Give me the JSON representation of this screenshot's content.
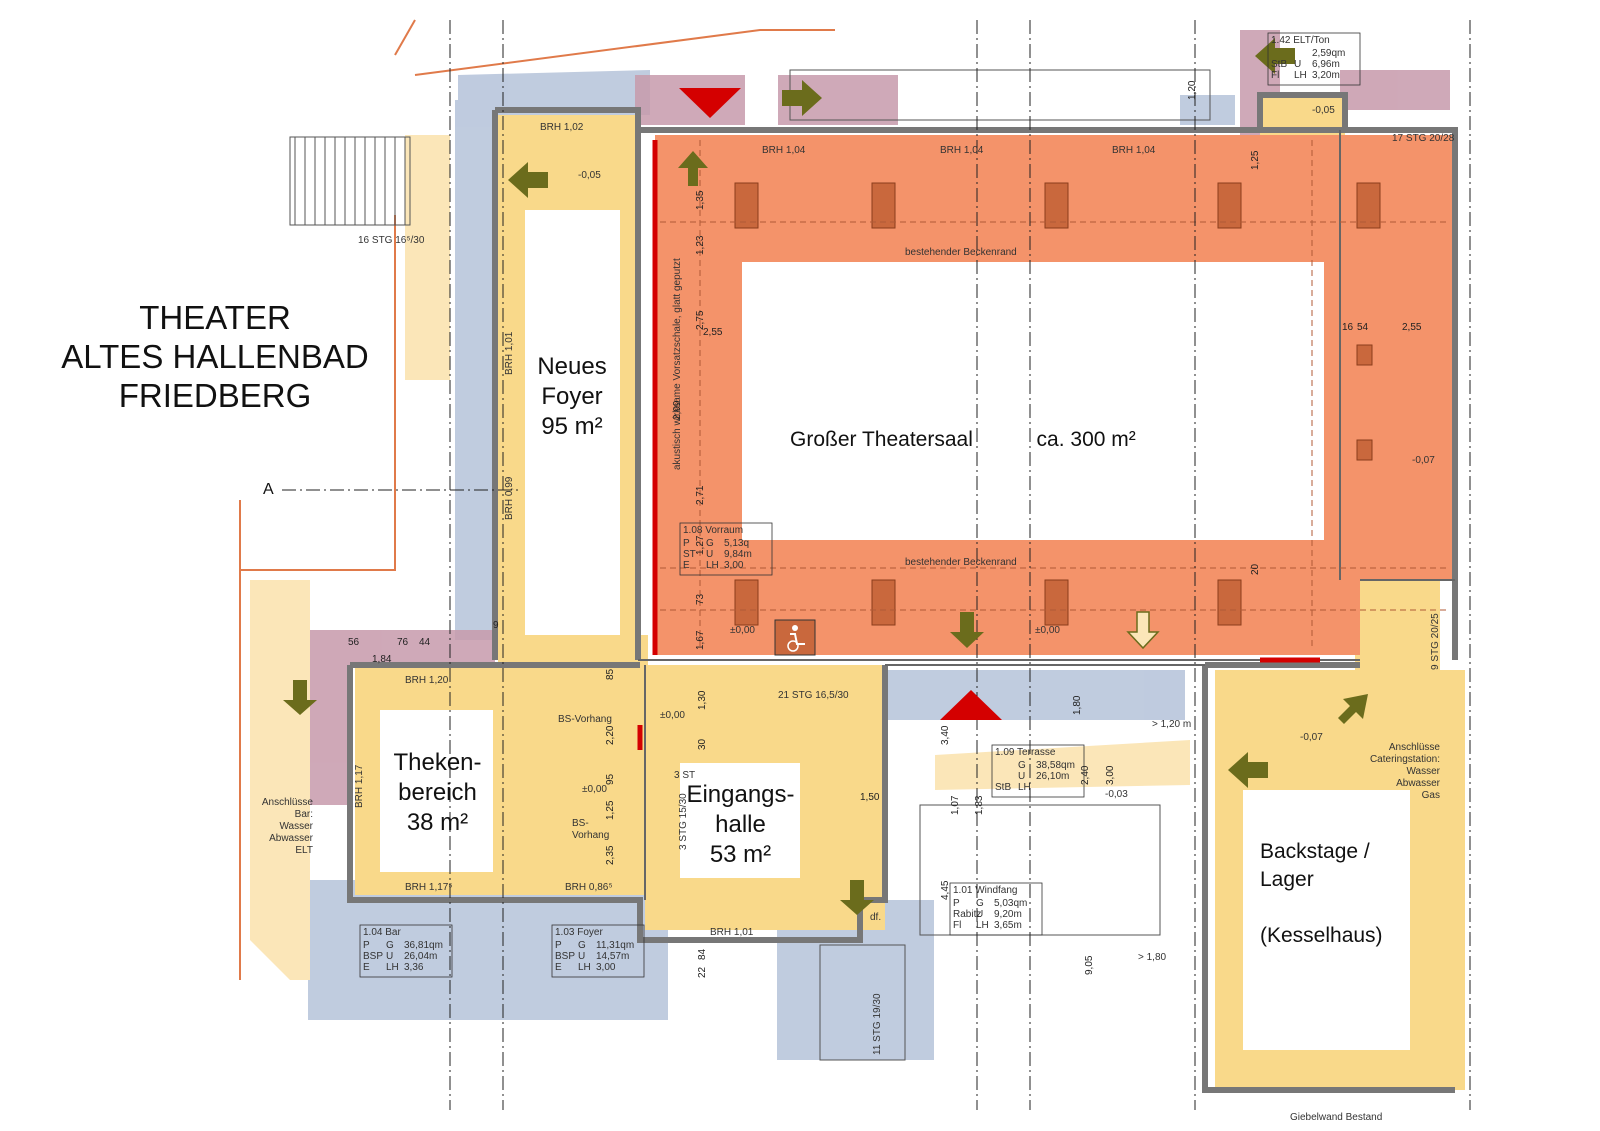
{
  "title": {
    "line1": "THEATER",
    "line2": "ALTES HALLENBAD",
    "line3": "FRIEDBERG"
  },
  "rooms": {
    "neues_foyer": {
      "line1": "Neues",
      "line2": "Foyer",
      "line3": "95 m²"
    },
    "theatersaal": {
      "name": "Großer Theatersaal",
      "area": "ca. 300 m²"
    },
    "thekenbereich": {
      "line1": "Theken-",
      "line2": "bereich",
      "line3": "38 m²"
    },
    "eingangshalle": {
      "line1": "Eingangs-",
      "line2": "halle",
      "line3": "53 m²"
    },
    "backstage": {
      "line1": "Backstage /",
      "line2": "Lager",
      "line3": "(Kesselhaus)"
    }
  },
  "annotations": {
    "beckenrand_top": "bestehender Beckenrand",
    "beckenrand_bottom": "bestehender Beckenrand",
    "akustik": "akustisch wirksame Vorsatzschale, glatt geputzt",
    "bs_vorhang_1": "BS-Vorhang",
    "bs_vorhang_2a": "BS-",
    "bs_vorhang_2b": "Vorhang",
    "stair_left": "16 STG 16⁵/30",
    "stair_top_right": "17 STG 20/28",
    "stair_entrance": "21 STG 16,5/30",
    "stair_bottom": "11 STG 19/30",
    "stair_side": "3 STG 15/30",
    "stair_3": "3 ST",
    "stair_right_bottom": "9 STG 20/25",
    "giebelwand": "Giebelwand Bestand",
    "section_mark": "A",
    "anschluesse_bar": [
      "Anschlüsse",
      "Bar:",
      "Wasser",
      "Abwasser",
      "ELT"
    ],
    "anschluesse_catering": [
      "Anschlüsse",
      "Cateringstation:",
      "Wasser",
      "Abwasser",
      "Gas"
    ],
    "width_1_20": "> 1,20 m",
    "width_1_80": "> 1,80",
    "wc_mark": "df."
  },
  "brh_labels": [
    "BRH 1,02",
    "BRH 1,04",
    "BRH 1,04",
    "BRH 1,04",
    "BRH 1,20",
    "BRH 1,17",
    "BRH 1,17⁵",
    "BRH 0,86⁵",
    "BRH 1,01",
    "BRH 1,01",
    "BRH 0,99"
  ],
  "levels": [
    "-0,05",
    "-0,05",
    "-0,07",
    "-0,07",
    "±0,00",
    "±0,00",
    "±0,00",
    "±0,00",
    "-0,03"
  ],
  "room_tables": [
    {
      "id": "1.04 Bar",
      "rows": [
        [
          "P",
          "G",
          "36,81qm"
        ],
        [
          "BSP",
          "U",
          "26,04m"
        ],
        [
          "E",
          "LH",
          "3,36"
        ]
      ]
    },
    {
      "id": "1.03 Foyer",
      "rows": [
        [
          "P",
          "G",
          "11,31qm"
        ],
        [
          "BSP",
          "U",
          "14,57m"
        ],
        [
          "E",
          "LH",
          "3,00"
        ]
      ]
    },
    {
      "id": "1.08 Vorraum",
      "rows": [
        [
          "P",
          "G",
          "5,13q"
        ],
        [
          "ST",
          "U",
          "9,84m"
        ],
        [
          "E",
          "LH",
          "3,00"
        ]
      ]
    },
    {
      "id": "1.09 Terrasse",
      "rows": [
        [
          "",
          "G",
          "38,58qm"
        ],
        [
          "",
          "U",
          "26,10m"
        ],
        [
          "StB",
          "LH",
          ""
        ]
      ]
    },
    {
      "id": "1.01 Windfang",
      "rows": [
        [
          "P",
          "G",
          "5,03qm"
        ],
        [
          "Rabitz",
          "U",
          "9,20m"
        ],
        [
          "Fl",
          "LH",
          "3,65m"
        ]
      ]
    },
    {
      "id": "1.42 ELT/Ton",
      "rows": [
        [
          "",
          "",
          "2,59qm"
        ],
        [
          "StB",
          "U",
          "6,96m"
        ],
        [
          "Fl",
          "LH",
          "3,20m"
        ]
      ]
    }
  ],
  "dimensions": [
    "1,20",
    "1,25",
    "1,35",
    "1,23",
    "2,75",
    "2,55",
    "2,99",
    "2,71",
    "1,27",
    "1,67",
    "20",
    "73",
    "16",
    "54",
    "2,55",
    "1,80",
    "3,40",
    "2,40",
    "3,00",
    "1,07",
    "1,83",
    "4,45",
    "9,05",
    "1,50",
    "85",
    "2,20",
    "95",
    "1,25",
    "2,35",
    "30",
    "1,30",
    "84",
    "22",
    "1,84",
    "76",
    "44",
    "56",
    "9"
  ],
  "colors": {
    "orange": "#f4936a",
    "yellow": "#f9d98a",
    "light_yellow": "#fbe6b8",
    "blue": "#b9c6dc",
    "mauve": "#c79aab",
    "wall": "#777777",
    "red": "#d40000",
    "green": "#6b6c1c",
    "line_orange": "#e07a4a"
  }
}
